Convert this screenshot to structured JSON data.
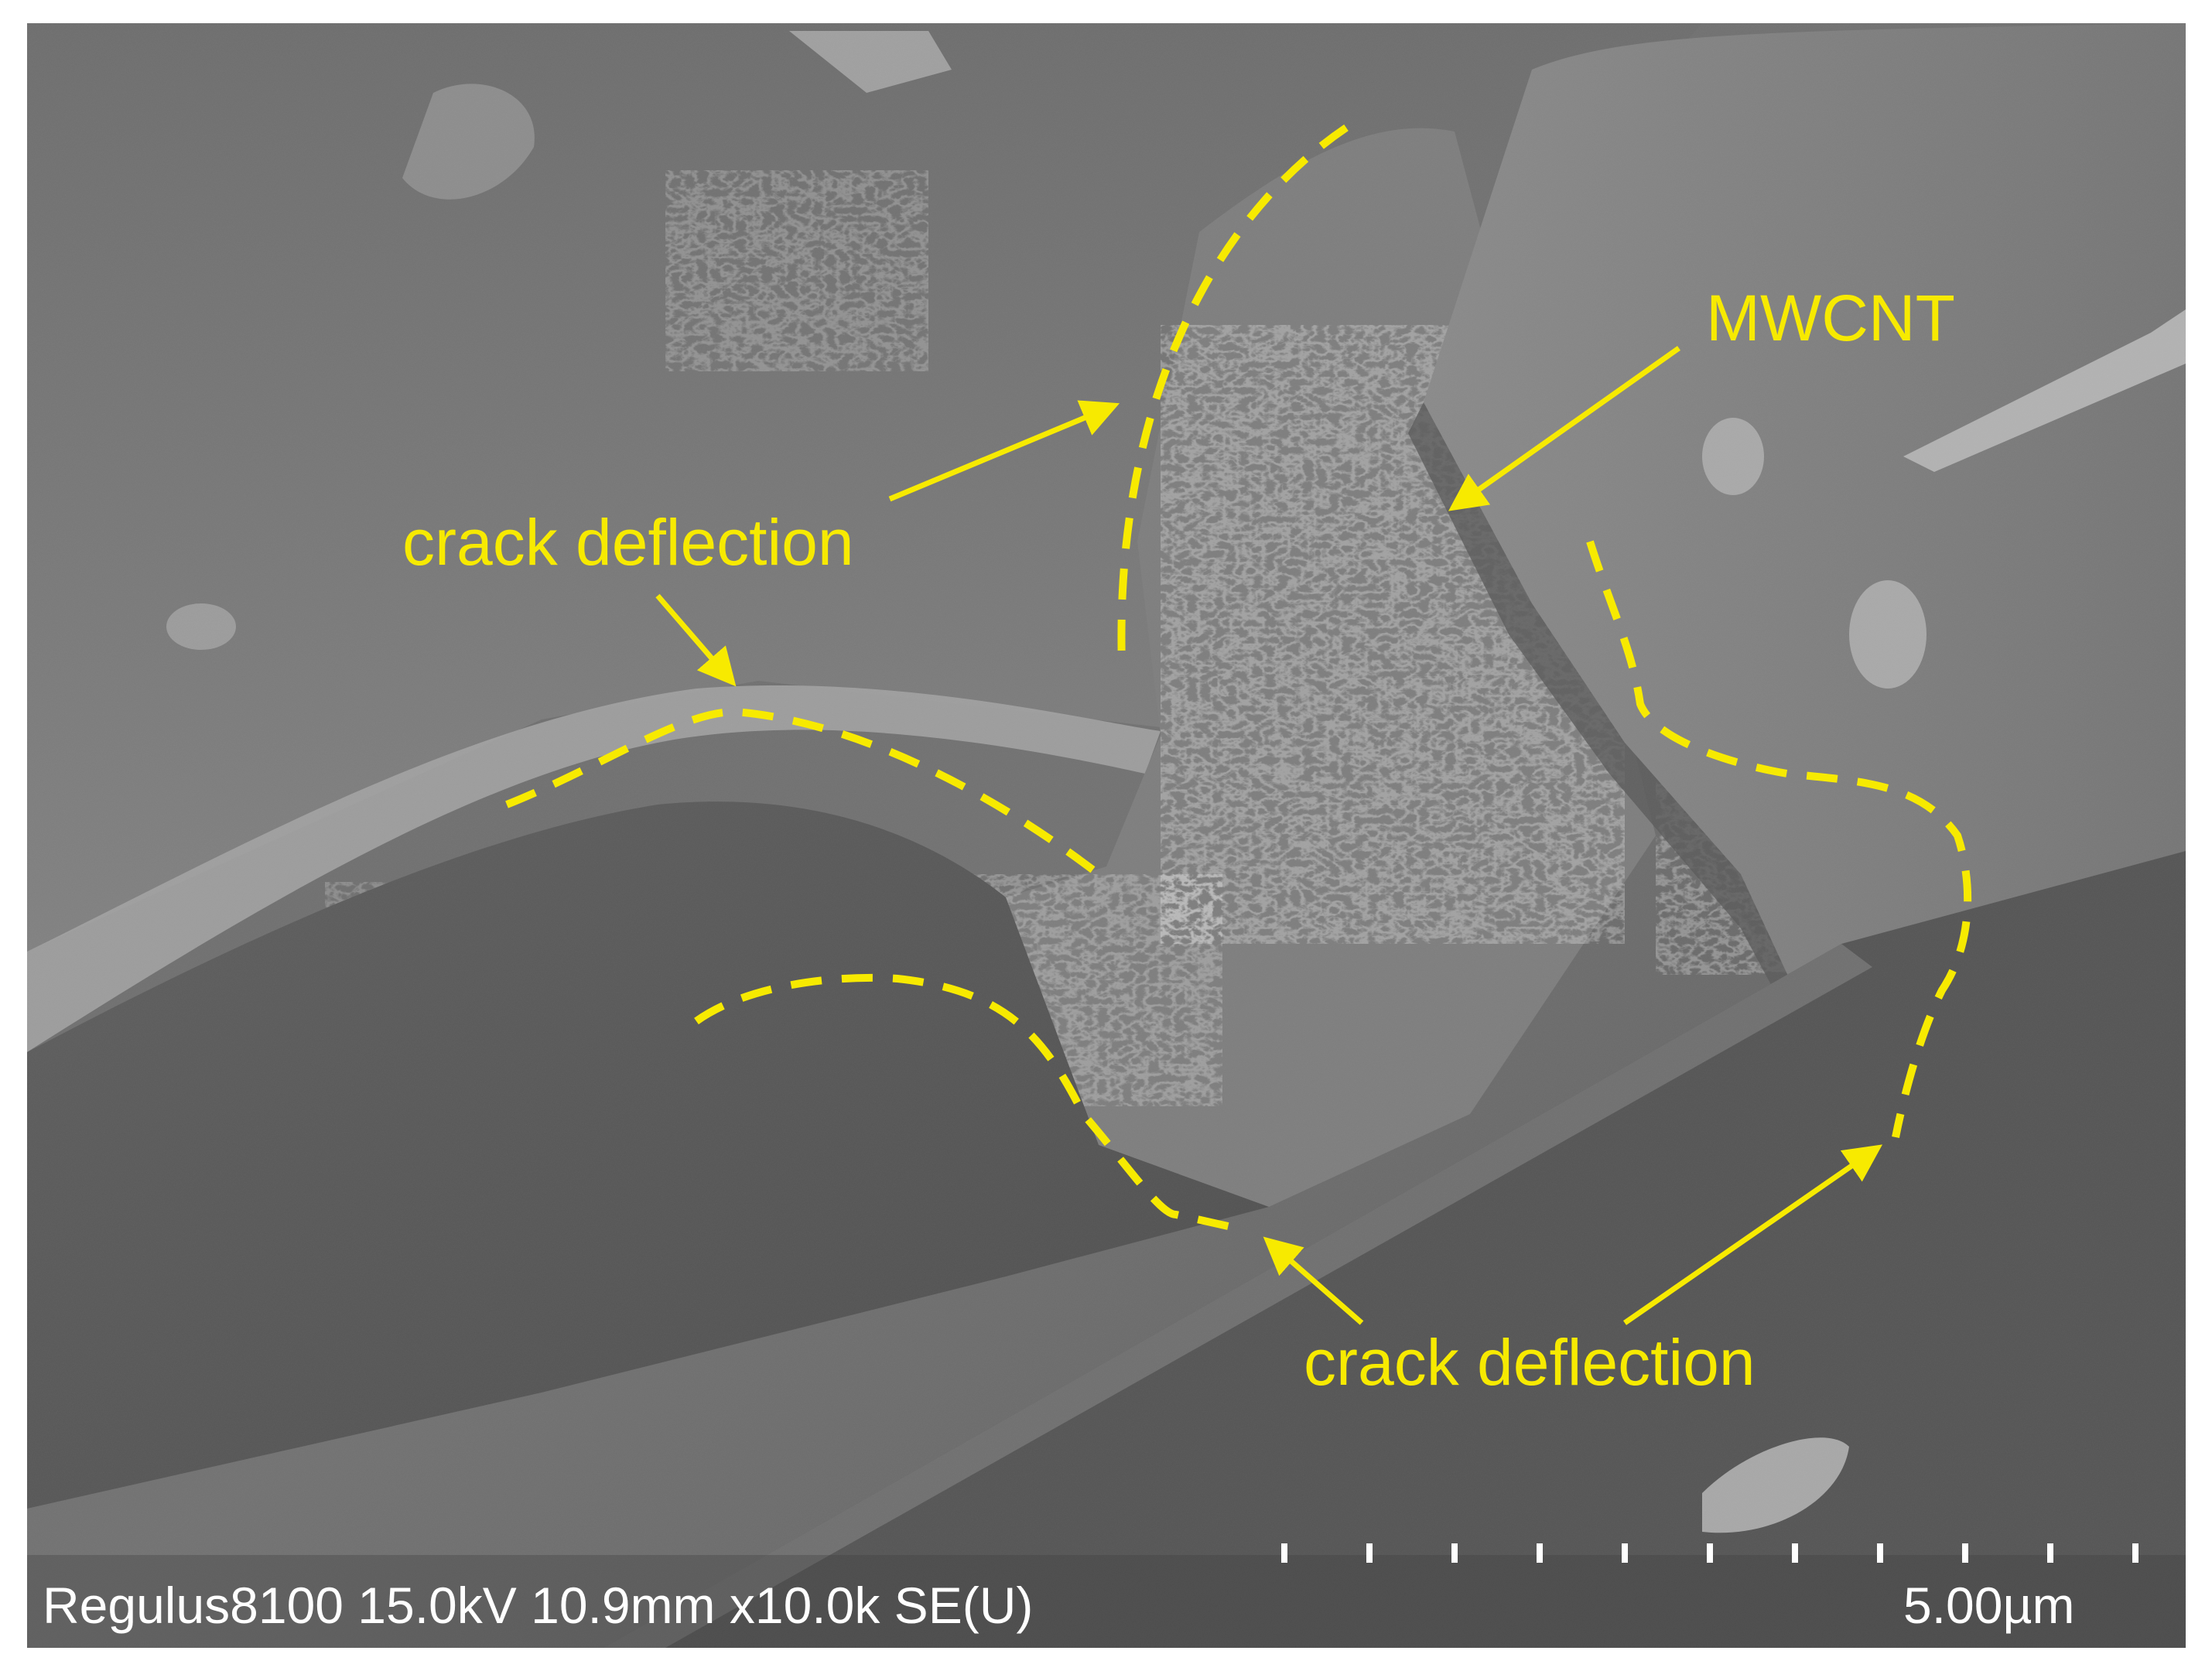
{
  "annotations": {
    "label_top_left": "crack deflection",
    "label_mwcnt": "MWCNT",
    "label_bottom": "crack deflection"
  },
  "info_bar": {
    "instrument_text": "Regulus8100 15.0kV 10.9mm x10.0k SE(U)",
    "scale_label": "5.00µm"
  },
  "colors": {
    "annotation": "#f7ea00",
    "background_gray": "#6f6f6f",
    "info_text": "#ffffff"
  }
}
